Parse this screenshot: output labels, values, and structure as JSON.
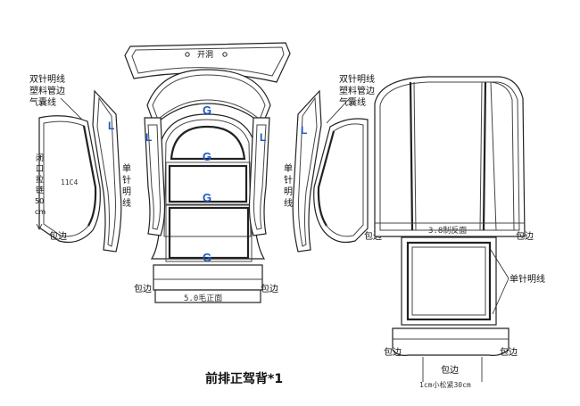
{
  "top_label": "开洞",
  "left_notes": [
    "双针明线",
    "塑料管边",
    "气囊线"
  ],
  "right_notes": [
    "双针明线",
    "塑料管边",
    "气囊线"
  ],
  "single_needle": "单针明线",
  "zipper_note": [
    "闭",
    "口",
    "拉",
    "链",
    "50",
    "cm"
  ],
  "code": "11C4",
  "binding": "包边",
  "bottom_center": "5.0毛正面",
  "right_panel_label": "3.8制反面",
  "right_single_needle": "单针明线",
  "elastic_note": "1cm小松紧30cm",
  "marks": {
    "G": "G",
    "L": "L"
  },
  "title": "前排正驾背*1"
}
